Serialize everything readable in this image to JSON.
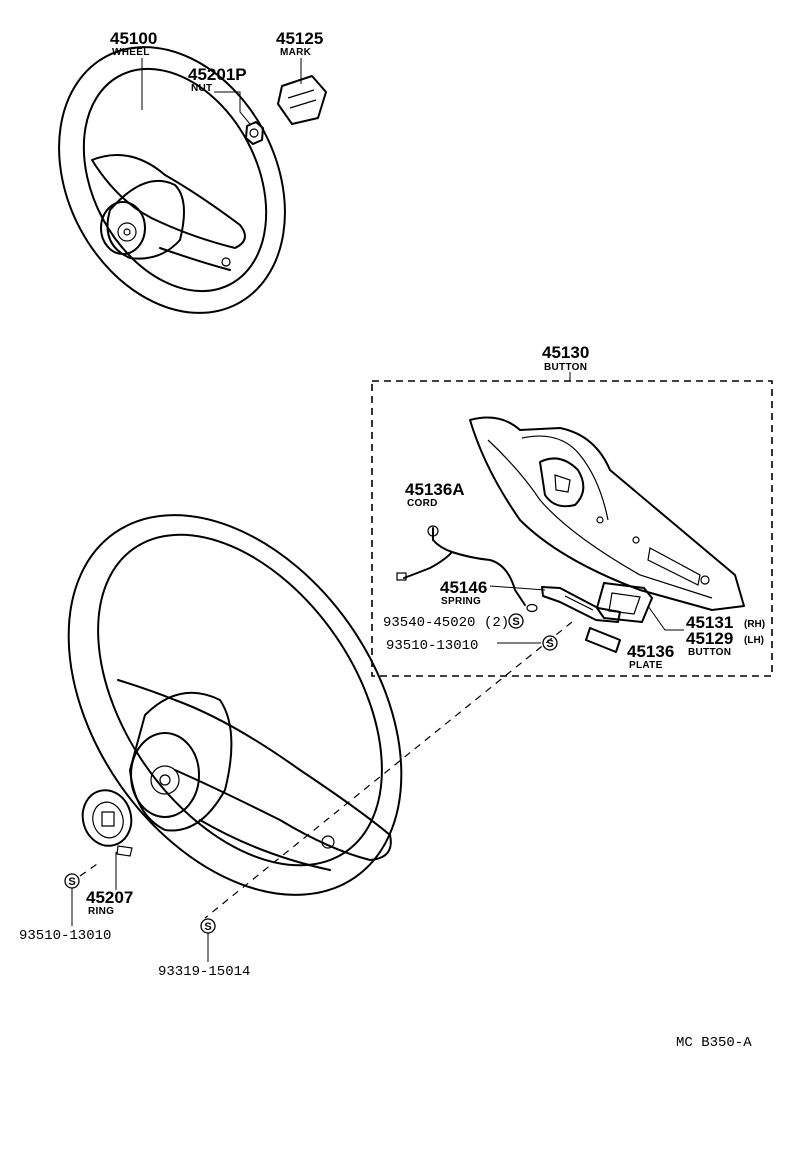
{
  "parts": {
    "wheel": {
      "number": "45100",
      "name": "WHEEL"
    },
    "mark": {
      "number": "45125",
      "name": "MARK"
    },
    "nut": {
      "number": "45201P",
      "name": "NUT"
    },
    "button_assy": {
      "number": "45130",
      "name": "BUTTON"
    },
    "cord": {
      "number": "45136A",
      "name": "CORD"
    },
    "spring": {
      "number": "45146",
      "name": "SPRING"
    },
    "screw_1": {
      "code": "93540-45020",
      "qty": "(2)"
    },
    "screw_2": {
      "code": "93510-13010"
    },
    "button_rh": {
      "number": "45131",
      "suffix": "(RH)"
    },
    "button_lh": {
      "number": "45129",
      "suffix": "(LH)",
      "name": "BUTTON"
    },
    "plate": {
      "number": "45136",
      "name": "PLATE"
    },
    "ring": {
      "number": "45207",
      "name": "RING"
    },
    "screw_3": {
      "code": "93510-13010"
    },
    "screw_4": {
      "code": "93319-15014"
    }
  },
  "std_symbol": "S",
  "footer": {
    "catalog_ref": "MC  B350-A"
  }
}
